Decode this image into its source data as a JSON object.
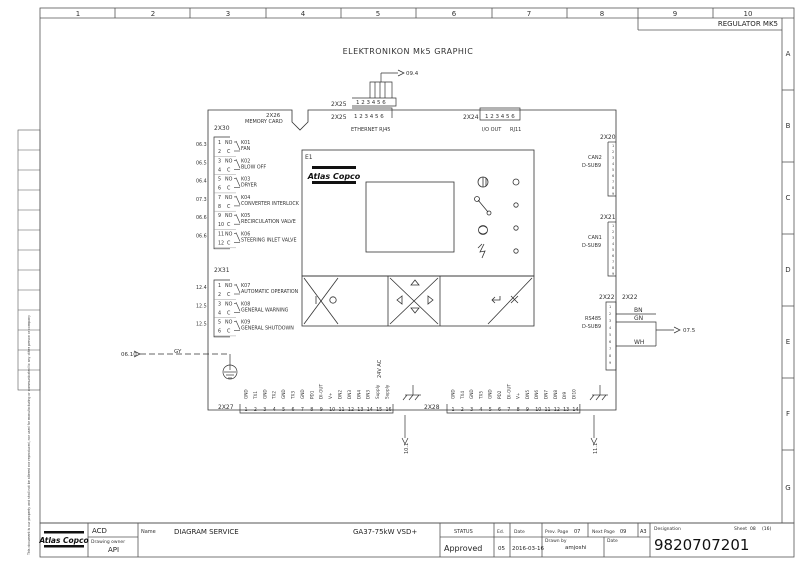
{
  "sheet": {
    "columns": [
      "1",
      "2",
      "3",
      "4",
      "5",
      "6",
      "7",
      "8",
      "9",
      "10"
    ],
    "rows": [
      "A",
      "B",
      "C",
      "D",
      "E",
      "F",
      "G"
    ],
    "regulator": "REGULATOR MK5",
    "title": "ELEKTRONIKON Mk5 GRAPHIC",
    "side_note": "This document is our property and shall not be altered nor reproduced, nor used for manufacturing or communicated to any other person or company"
  },
  "top_connector": {
    "ref": "09.4",
    "label_outer": "2X25",
    "label_inner": "2X25",
    "pins": "1 2 3 4 5 6",
    "pins2": "1 2 3 4 5 6",
    "memory_ref": "2X26",
    "memory_label": "MEMORY CARD",
    "ethernet_label": "ETHERNET RJ45",
    "x24_label": "2X24",
    "x24_pins": "1 2 3 4 5 6",
    "io_label": "I/O OUT",
    "rj_label": "RJ11"
  },
  "controller": {
    "id": "E1",
    "brand": "Atlas Copco"
  },
  "x30": {
    "label": "2X30",
    "relays": [
      {
        "ref": "06.3",
        "id": "K01",
        "name": "FAN",
        "p1": "1",
        "p2": "2"
      },
      {
        "ref": "06.5",
        "id": "K02",
        "name": "BLOW OFF",
        "p1": "3",
        "p2": "4"
      },
      {
        "ref": "06.4",
        "id": "K03",
        "name": "DRYER",
        "p1": "5",
        "p2": "6"
      },
      {
        "ref": "07.3",
        "id": "K04",
        "name": "CONVERTER INTERLOCK",
        "p1": "7",
        "p2": "8"
      },
      {
        "ref": "06.6",
        "id": "K05",
        "name": "RECIRCULATION VALVE",
        "p1": "9",
        "p2": "10"
      },
      {
        "ref": "06.6",
        "id": "K06",
        "name": "STEERING INLET VALVE",
        "p1": "11",
        "p2": "12"
      }
    ]
  },
  "x31": {
    "label": "2X31",
    "relays": [
      {
        "ref": "12.4",
        "id": "K07",
        "name": "AUTOMATIC OPERATION",
        "p1": "1",
        "p2": "2"
      },
      {
        "ref": "12.5",
        "id": "K08",
        "name": "GENERAL WARNING",
        "p1": "3",
        "p2": "4"
      },
      {
        "ref": "12.5",
        "id": "K09",
        "name": "GENERAL SHUTDOWN",
        "p1": "5",
        "p2": "6"
      }
    ]
  },
  "contacts": {
    "no": "NO",
    "c": "C"
  },
  "can": [
    {
      "x": "2X20",
      "name": "CAN2",
      "sub": "D-SUB9"
    },
    {
      "x": "2X21",
      "name": "CAN1",
      "sub": "D-SUB9"
    }
  ],
  "rs485": {
    "x_left": "2X22",
    "x_right": "2X22",
    "name": "RS485",
    "sub": "D-SUB9",
    "wires": [
      "BN",
      "GN",
      "WH"
    ],
    "ref": "07.5"
  },
  "ground": {
    "ref": "06.10",
    "wire": "GY"
  },
  "x27": {
    "label": "2X27",
    "signals": [
      "GND",
      "TX1",
      "GND",
      "TX2",
      "GND",
      "TX3",
      "GND",
      "PD1",
      "DI-OUT",
      "V+",
      "DN2",
      "DN3",
      "DN4",
      "DN3",
      "Supply",
      "Supply"
    ],
    "pins": [
      "1",
      "2",
      "3",
      "4",
      "5",
      "6",
      "7",
      "8",
      "9",
      "10",
      "11",
      "12",
      "13",
      "14",
      "15",
      "16"
    ],
    "supply": "24V AC",
    "ref": "10.1"
  },
  "x28": {
    "label": "2X28",
    "signals": [
      "GND",
      "TX4",
      "GND",
      "TX5",
      "GND",
      "PD2",
      "DI-OUT",
      "V+",
      "DN5",
      "DN6",
      "DN7",
      "DN8",
      "DI9",
      "DI10"
    ],
    "pins": [
      "1",
      "2",
      "3",
      "4",
      "5",
      "6",
      "7",
      "8",
      "9",
      "10",
      "11",
      "12",
      "13",
      "14"
    ],
    "ref": "11.1"
  },
  "title_block": {
    "logo": "Atlas Copco",
    "org": "ACD",
    "owner_label": "Drawing owner",
    "owner": "API",
    "name_label": "Name",
    "name": "DIAGRAM SERVICE",
    "model": "GA37-75kW VSD+",
    "status_label": "STATUS",
    "status": "Approved",
    "ed_label": "Ed.",
    "ed": "05",
    "date_label": "Date",
    "date": "2016-03-16",
    "prev_label": "Prev. Page",
    "prev": "07",
    "drawn_label": "Drawn by",
    "drawn": "amjoshi",
    "next_label": "Next Page",
    "next": "09",
    "date2_label": "Date",
    "size": "A3",
    "designation_label": "Designation",
    "sheet_label": "Sheet",
    "sheet": "08",
    "sheet_total": "(16)",
    "number": "9820707201"
  }
}
